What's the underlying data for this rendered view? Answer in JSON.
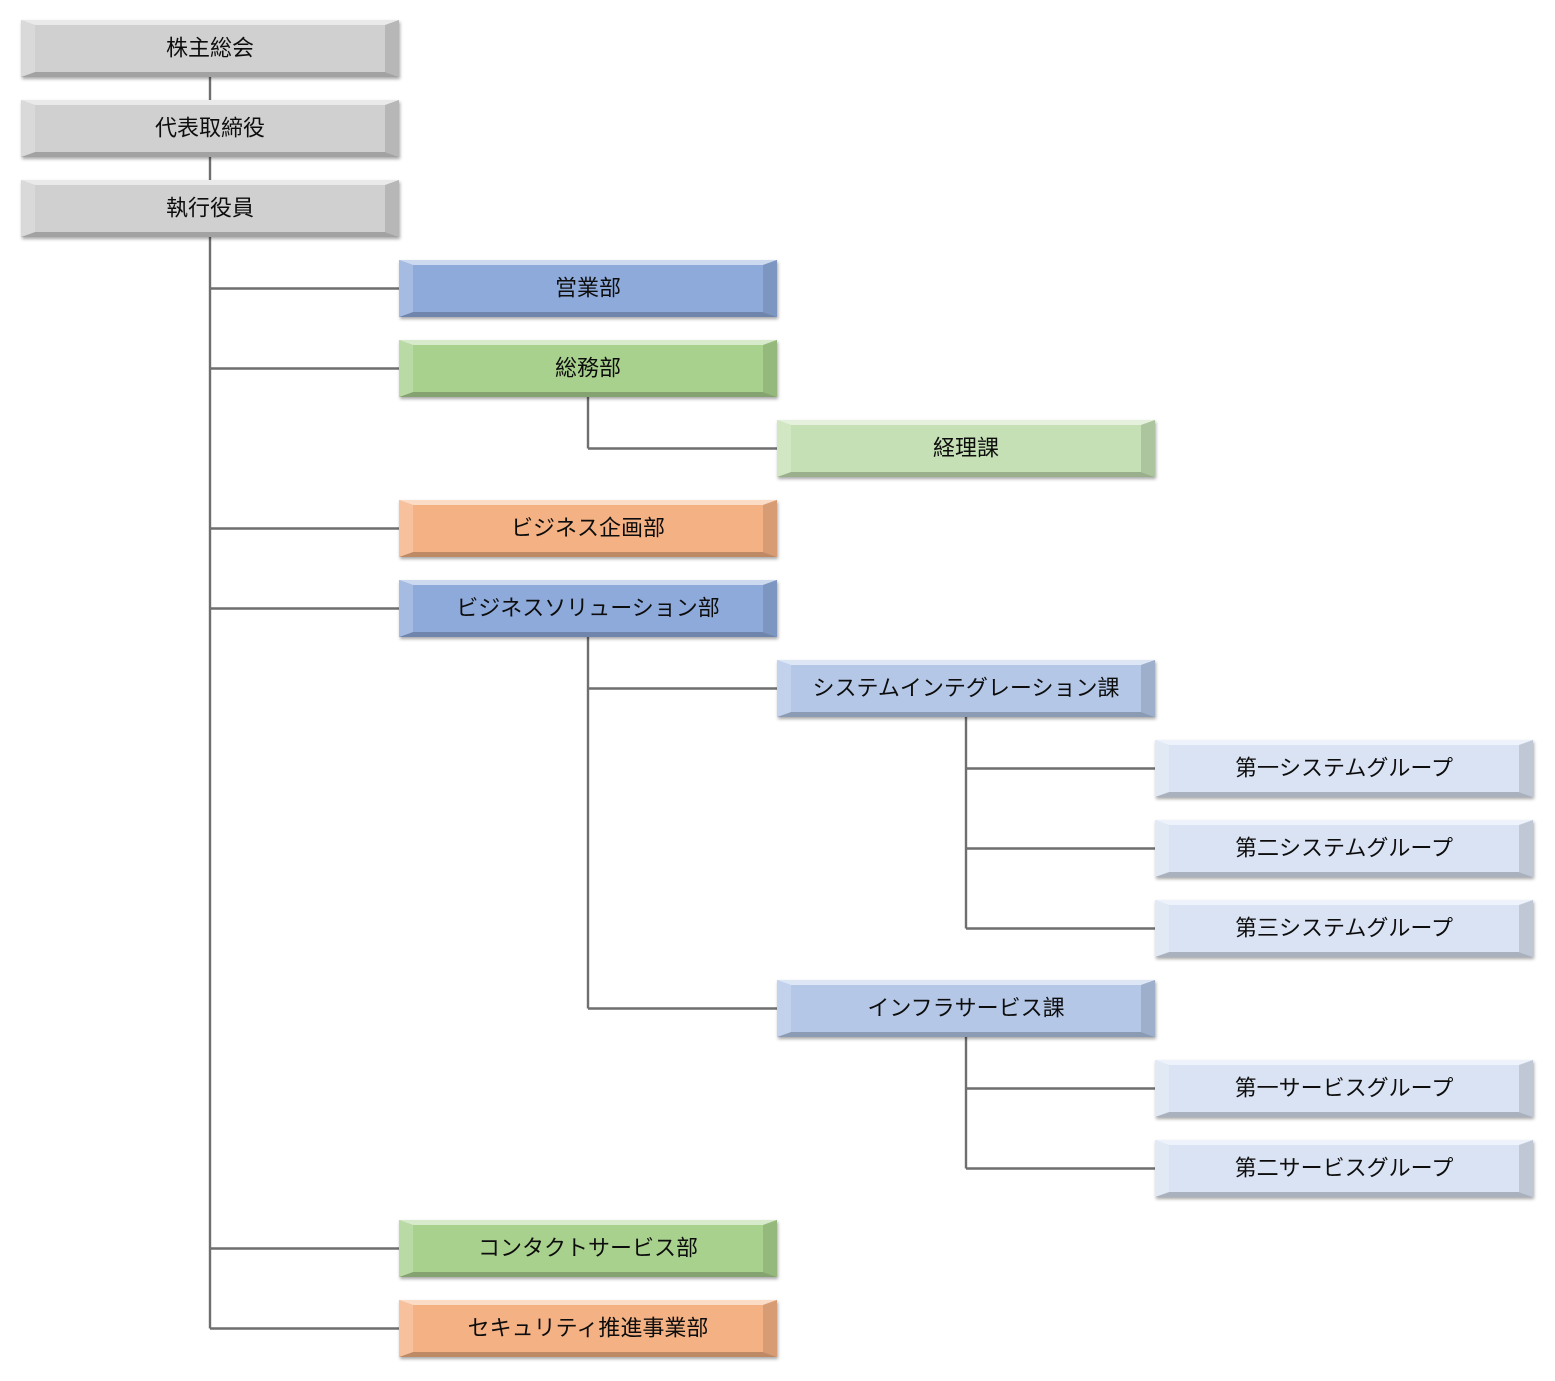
{
  "org_chart": {
    "colors": {
      "gray": "#d0d0d0",
      "blue": "#8eaadb",
      "green": "#a9d18e",
      "orange": "#f4b183",
      "light_green": "#c5e0b4",
      "light_blue": "#b4c7e7",
      "pale_blue": "#dae3f3",
      "connector": "#6f6f6f"
    },
    "nodes": [
      {
        "id": "shareholders",
        "label": "株主総会",
        "color": "gray",
        "parent": null
      },
      {
        "id": "ceo",
        "label": "代表取締役",
        "color": "gray",
        "parent": "shareholders"
      },
      {
        "id": "officers",
        "label": "執行役員",
        "color": "gray",
        "parent": "ceo"
      },
      {
        "id": "sales",
        "label": "営業部",
        "color": "blue",
        "parent": "officers"
      },
      {
        "id": "general-affairs",
        "label": "総務部",
        "color": "green",
        "parent": "officers"
      },
      {
        "id": "accounting",
        "label": "経理課",
        "color": "light_green",
        "parent": "general-affairs"
      },
      {
        "id": "business-planning",
        "label": "ビジネス企画部",
        "color": "orange",
        "parent": "officers"
      },
      {
        "id": "business-solutions",
        "label": "ビジネスソリューション部",
        "color": "blue",
        "parent": "officers"
      },
      {
        "id": "system-integration",
        "label": "システムインテグレーション課",
        "color": "light_blue",
        "parent": "business-solutions"
      },
      {
        "id": "system-group-1",
        "label": "第一システムグループ",
        "color": "pale_blue",
        "parent": "system-integration"
      },
      {
        "id": "system-group-2",
        "label": "第二システムグループ",
        "color": "pale_blue",
        "parent": "system-integration"
      },
      {
        "id": "system-group-3",
        "label": "第三システムグループ",
        "color": "pale_blue",
        "parent": "system-integration"
      },
      {
        "id": "infra-services",
        "label": "インフラサービス課",
        "color": "light_blue",
        "parent": "business-solutions"
      },
      {
        "id": "service-group-1",
        "label": "第一サービスグループ",
        "color": "pale_blue",
        "parent": "infra-services"
      },
      {
        "id": "service-group-2",
        "label": "第二サービスグループ",
        "color": "pale_blue",
        "parent": "infra-services"
      },
      {
        "id": "contact-services",
        "label": "コンタクトサービス部",
        "color": "green",
        "parent": "officers"
      },
      {
        "id": "security-promotion",
        "label": "セキュリティ推進事業部",
        "color": "orange",
        "parent": "officers"
      }
    ]
  }
}
